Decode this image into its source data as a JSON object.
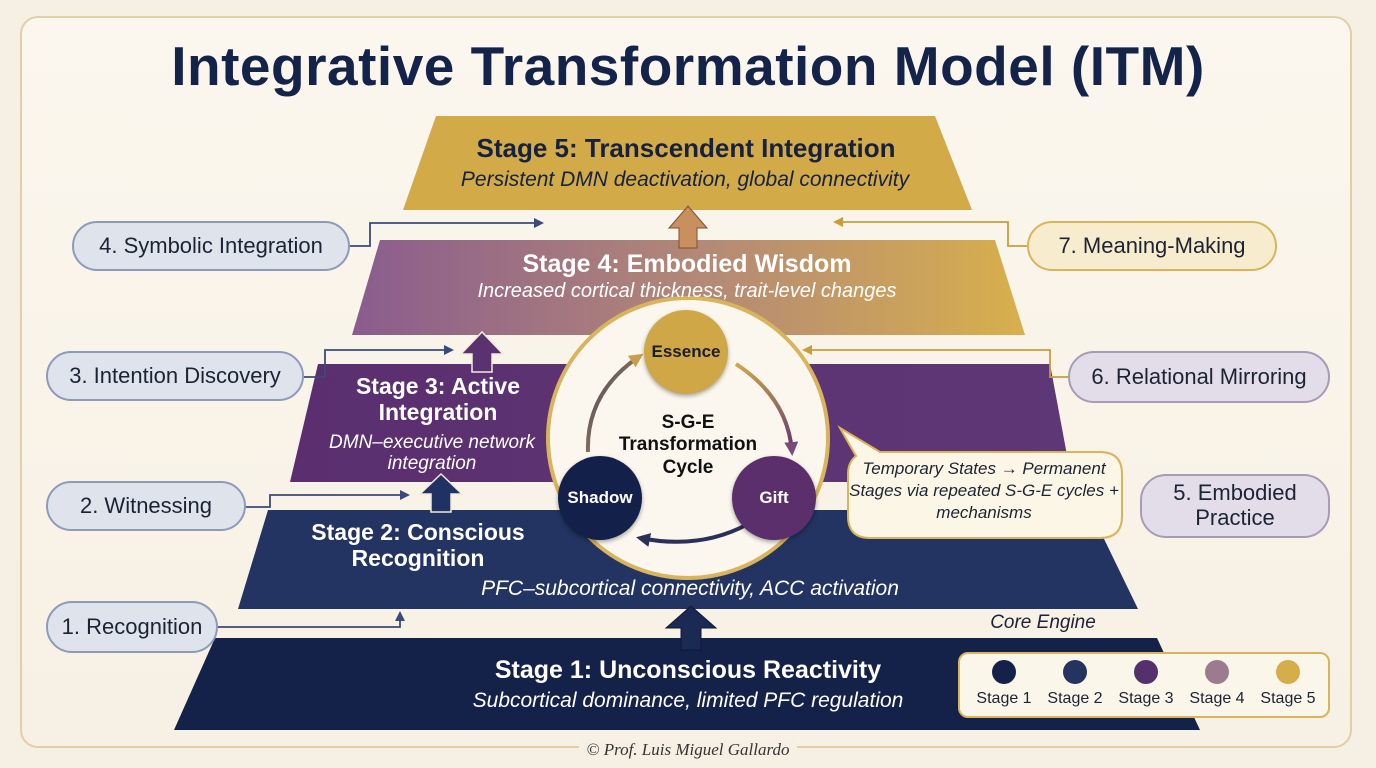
{
  "title": "Integrative Transformation Model (ITM)",
  "stages": [
    {
      "label": "Stage 1: Unconscious Reactivity",
      "description": "Subcortical dominance, limited PFC regulation",
      "color": "#142249"
    },
    {
      "label": "Stage 2: Conscious Recognition",
      "description": "PFC–subcortical connectivity, ACC activation",
      "color": "#233462"
    },
    {
      "label": "Stage 3: Active Integration",
      "description": "DMN–executive network integration",
      "color": "#5a3373"
    },
    {
      "label": "Stage 4: Embodied Wisdom",
      "description": "Increased cortical thickness, trait-level changes",
      "color": "#9a6f88"
    },
    {
      "label": "Stage 5: Transcendent Integration",
      "description": "Persistent DMN deactivation, global connectivity",
      "color": "#d2aa48"
    }
  ],
  "mechanisms_left": [
    {
      "label": "4. Symbolic Integration"
    },
    {
      "label": "3. Intention Discovery"
    },
    {
      "label": "2. Witnessing"
    },
    {
      "label": "1. Recognition"
    }
  ],
  "mechanisms_right": [
    {
      "label": "7. Meaning-Making"
    },
    {
      "label": "6. Relational Mirroring"
    },
    {
      "label": "5. Embodied Practice"
    }
  ],
  "cycle": {
    "title": "S-G-E Transformation Cycle",
    "nodes": {
      "essence": "Essence",
      "shadow": "Shadow",
      "gift": "Gift"
    }
  },
  "callout": "Temporary States → Permanent Stages via repeated S-G-E cycles + mechanisms",
  "core_engine": "Core Engine",
  "legend": [
    {
      "label": "Stage 1",
      "color": "#142249"
    },
    {
      "label": "Stage 2",
      "color": "#24345f"
    },
    {
      "label": "Stage 3",
      "color": "#54306c"
    },
    {
      "label": "Stage 4",
      "color": "#9c7b8f"
    },
    {
      "label": "Stage 5",
      "color": "#d5ad4b"
    }
  ],
  "copyright": "© Prof. Luis Miguel Gallardo"
}
